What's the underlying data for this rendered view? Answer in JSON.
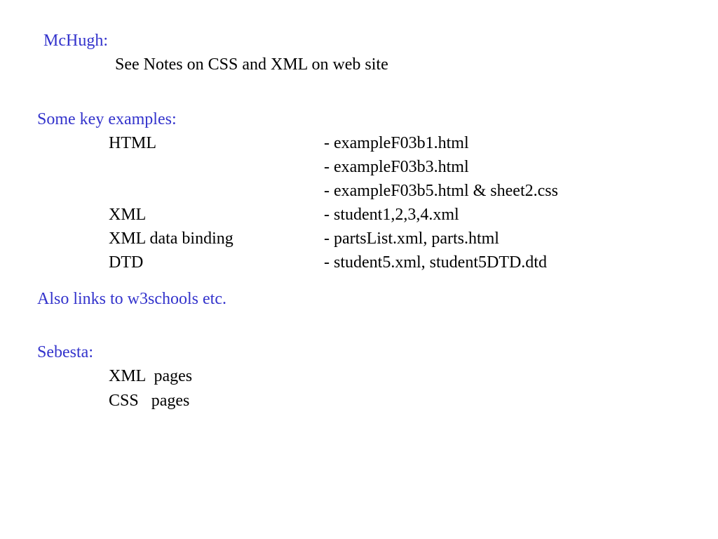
{
  "colors": {
    "heading": "#3333cc",
    "text": "#000000",
    "background": "#ffffff"
  },
  "mchugh": {
    "heading": "McHugh:",
    "note": "See Notes on CSS and XML on web site"
  },
  "examples": {
    "heading": "Some key examples:",
    "rows": [
      {
        "label": "HTML",
        "value": "- exampleF03b1.html"
      },
      {
        "label": "",
        "value": "- exampleF03b3.html"
      },
      {
        "label": "",
        "value": "- exampleF03b5.html & sheet2.css"
      },
      {
        "label": "XML",
        "value": "- student1,2,3,4.xml"
      },
      {
        "label": "XML data binding",
        "value": "- partsList.xml, parts.html"
      },
      {
        "label": "DTD",
        "value": "- student5.xml, student5DTD.dtd"
      }
    ]
  },
  "links_note": "Also links to w3schools etc.",
  "sebesta": {
    "heading": "Sebesta:",
    "items": [
      "XML  pages",
      "CSS   pages"
    ]
  }
}
